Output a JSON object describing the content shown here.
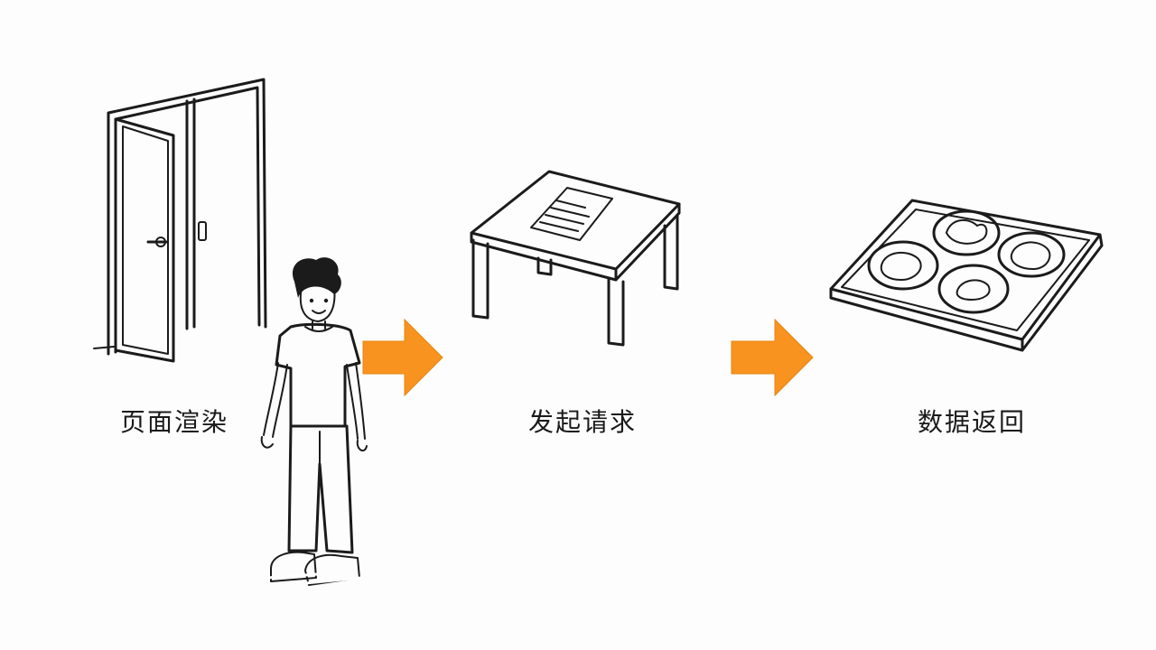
{
  "steps": [
    {
      "label": "页面渲染",
      "icon": "door-icon"
    },
    {
      "label": "发起请求",
      "icon": "table-with-paper-icon"
    },
    {
      "label": "数据返回",
      "icon": "tray-with-dishes-icon"
    }
  ],
  "colors": {
    "arrow": "#f7931e",
    "ink": "#1b1b1b",
    "shirt": "#ffffff",
    "pants": "#6e6e6e",
    "shoes": "#3b7bd6",
    "background": "#fdfdfd"
  }
}
